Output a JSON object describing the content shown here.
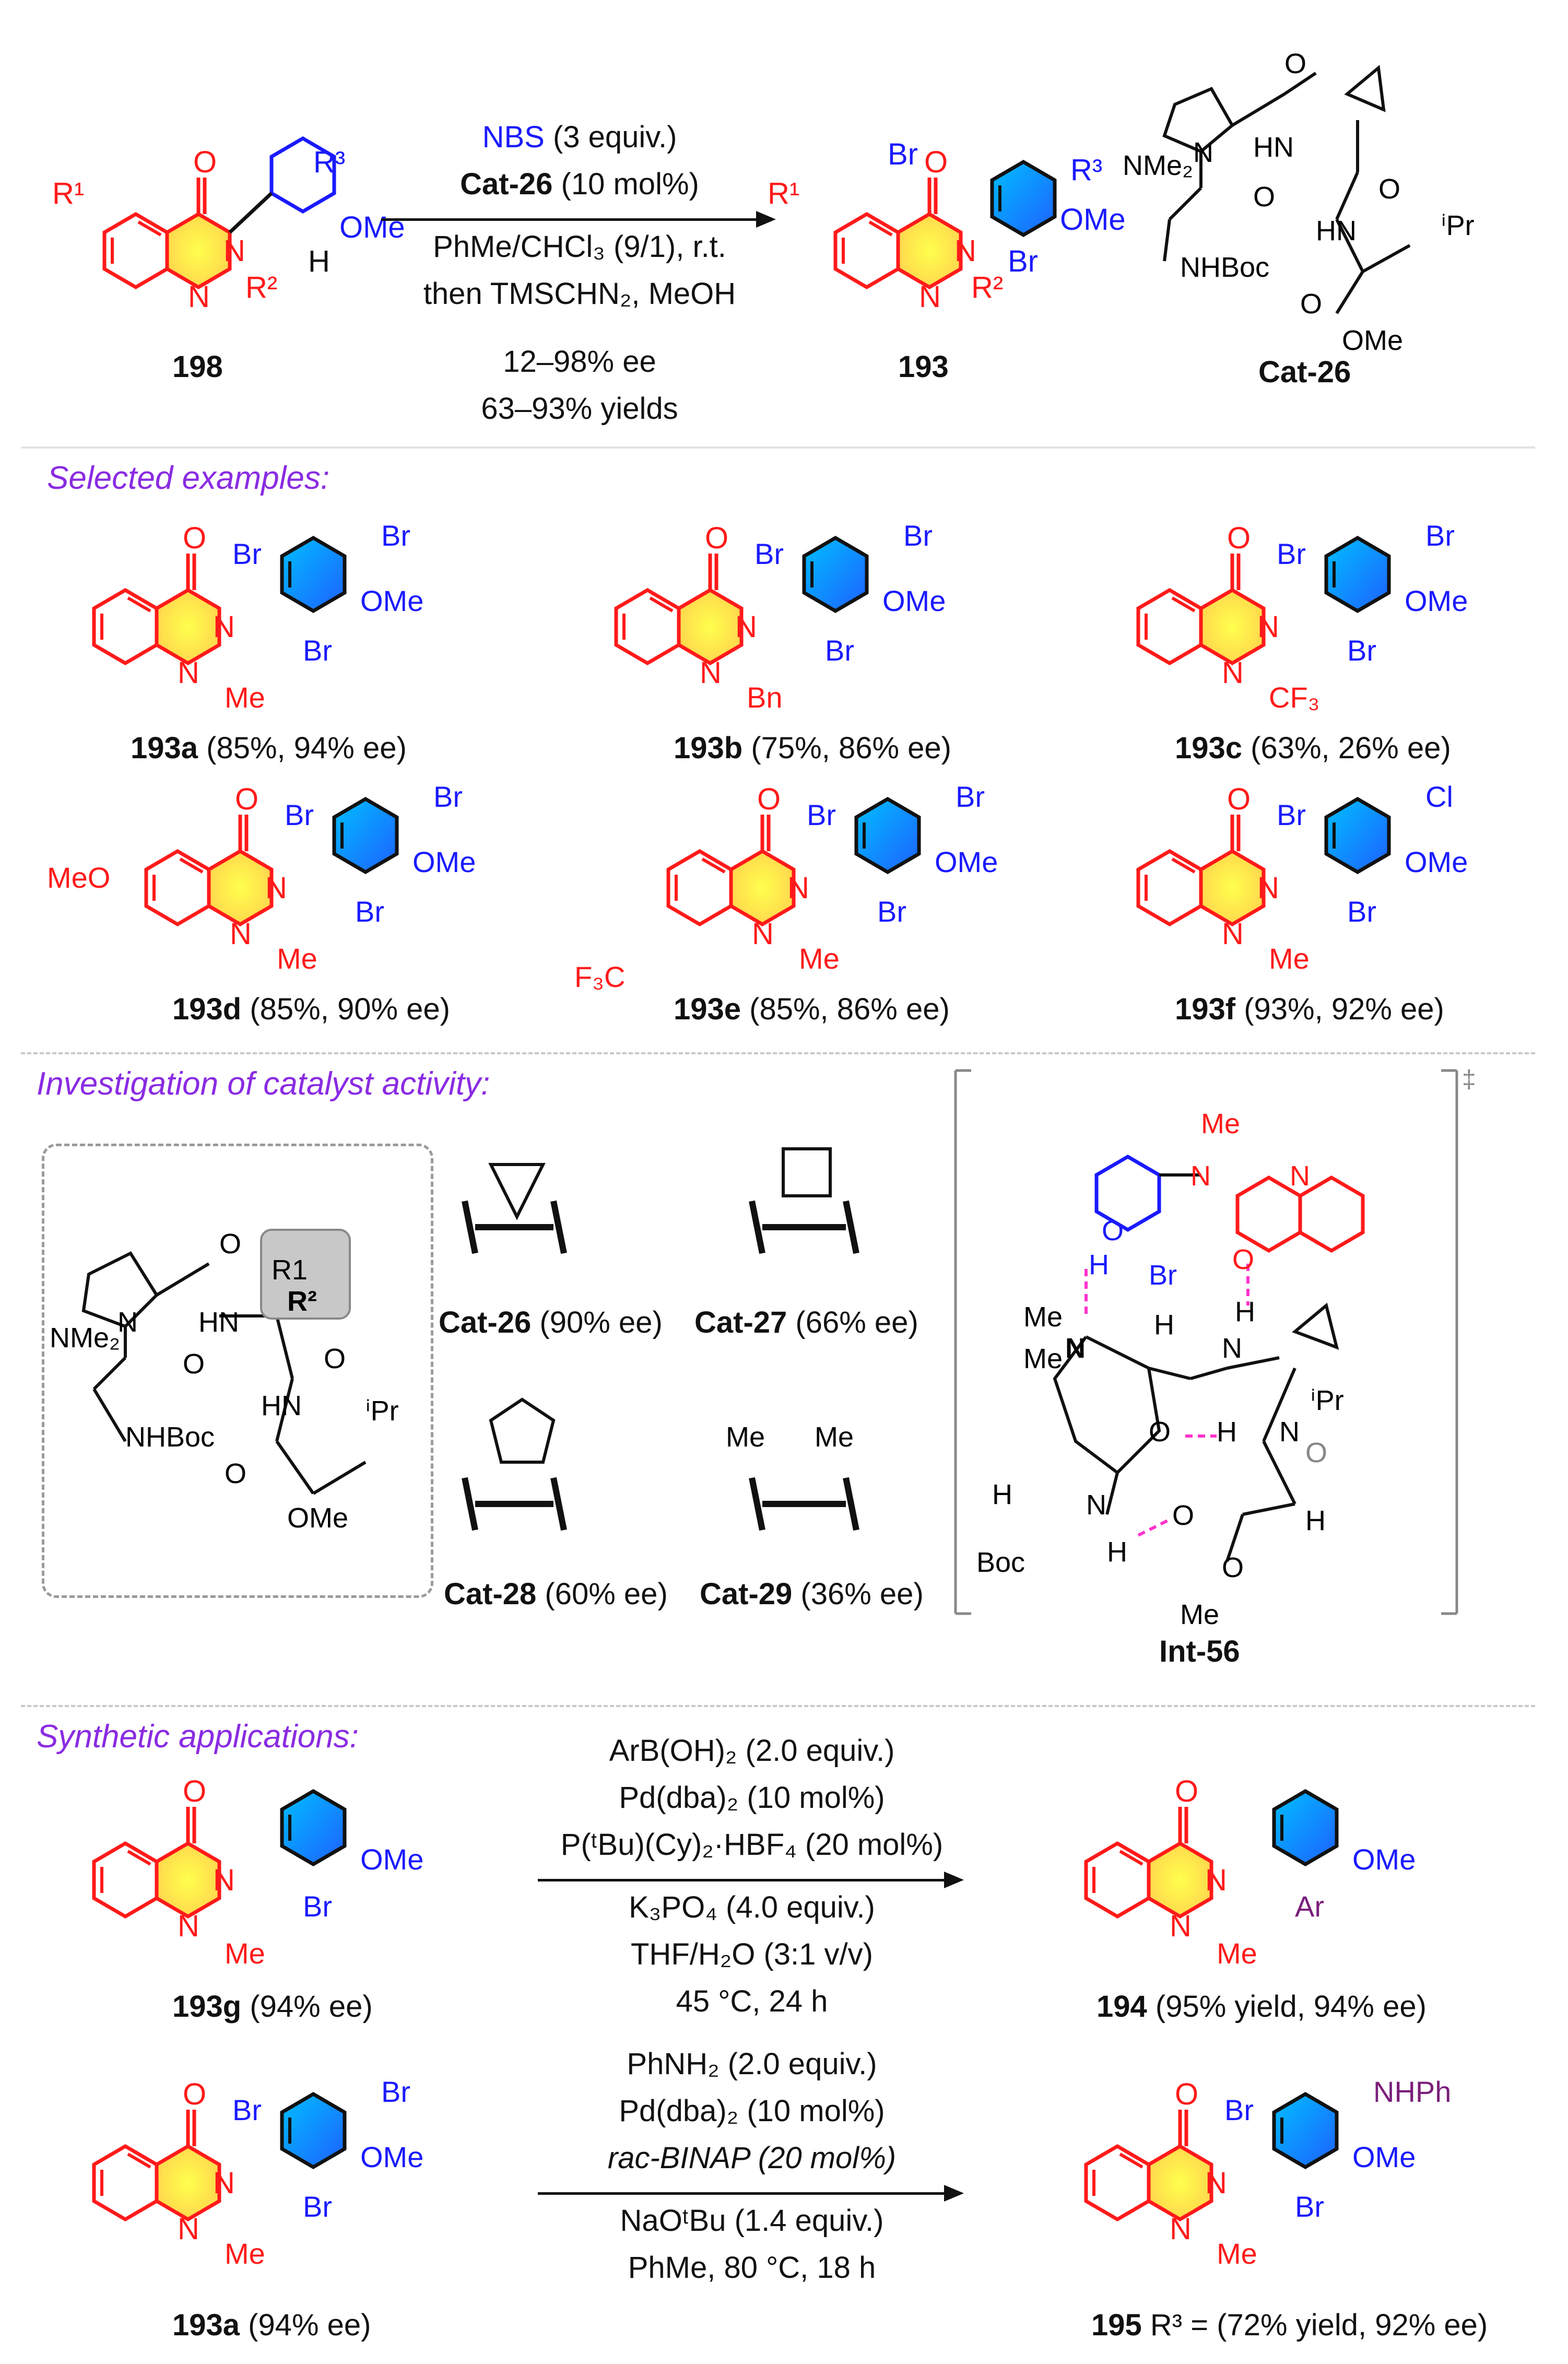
{
  "top": {
    "sm_label": "198",
    "reagent_ns": "NBS",
    "reagent_ns_rest": " (3 equiv.)",
    "catalyst": "Cat-26",
    "catalyst_rest": " (10 mol%)",
    "solvent": "PhMe/CHCl₃ (9/1), r.t.",
    "then": "then TMSCHN₂, MeOH",
    "ee_range": "12–98% ee",
    "yield_range": "63–93% yields",
    "product_label": "193",
    "cat_label": "Cat-26"
  },
  "selected": {
    "title": "Selected examples:",
    "items": [
      {
        "id": "193a",
        "result": " (85%, 94% ee)"
      },
      {
        "id": "193b",
        "result": " (75%, 86% ee)"
      },
      {
        "id": "193c",
        "result": " (63%, 26% ee)"
      },
      {
        "id": "193d",
        "result": " (85%, 90% ee)"
      },
      {
        "id": "193e",
        "result": " (85%, 86% ee)"
      },
      {
        "id": "193f",
        "result": " (93%, 92% ee)"
      }
    ]
  },
  "investigation": {
    "title": "Investigation of catalyst activity:",
    "cats": [
      {
        "id": "Cat-26",
        "result": " (90% ee)"
      },
      {
        "id": "Cat-27",
        "result": " (66% ee)"
      },
      {
        "id": "Cat-28",
        "result": " (60% ee)"
      },
      {
        "id": "Cat-29",
        "result": " (36% ee)"
      }
    ],
    "int_label": "Int-56",
    "dagger": "‡"
  },
  "applications": {
    "title": "Synthetic applications:",
    "rxn1": {
      "sm_label": "193g",
      "sm_result": " (94% ee)",
      "c1": "ArB(OH)₂ (2.0 equiv.)",
      "c2": "Pd(dba)₂ (10 mol%)",
      "c3": "P(ᵗBu)(Cy)₂·HBF₄ (20 mol%)",
      "c4": "K₃PO₄ (4.0 equiv.)",
      "c5": "THF/H₂O (3:1 v/v)",
      "c6": "45 °C, 24 h",
      "prod_label": "194",
      "prod_result": " (95% yield, 94% ee)"
    },
    "rxn2": {
      "sm_label": "193a",
      "sm_result": " (94% ee)",
      "c1": "PhNH₂ (2.0 equiv.)",
      "c2": "Pd(dba)₂ (10 mol%)",
      "c3": "rac-BINAP (20 mol%)",
      "c4": "NaOᵗBu (1.4 equiv.)",
      "c5": "PhMe, 80 °C, 18 h",
      "prod_label": "195",
      "prod_result": " R³ = (72% yield, 92% ee)"
    }
  },
  "colors": {
    "quinazolinone": "#ff1a1a",
    "aryl": "#1a1aff",
    "highlight_yellow": "#ffff4d",
    "highlight_blue": "#1e90ff",
    "section_title": "#8a2be2",
    "hbond": "#ff33cc"
  }
}
